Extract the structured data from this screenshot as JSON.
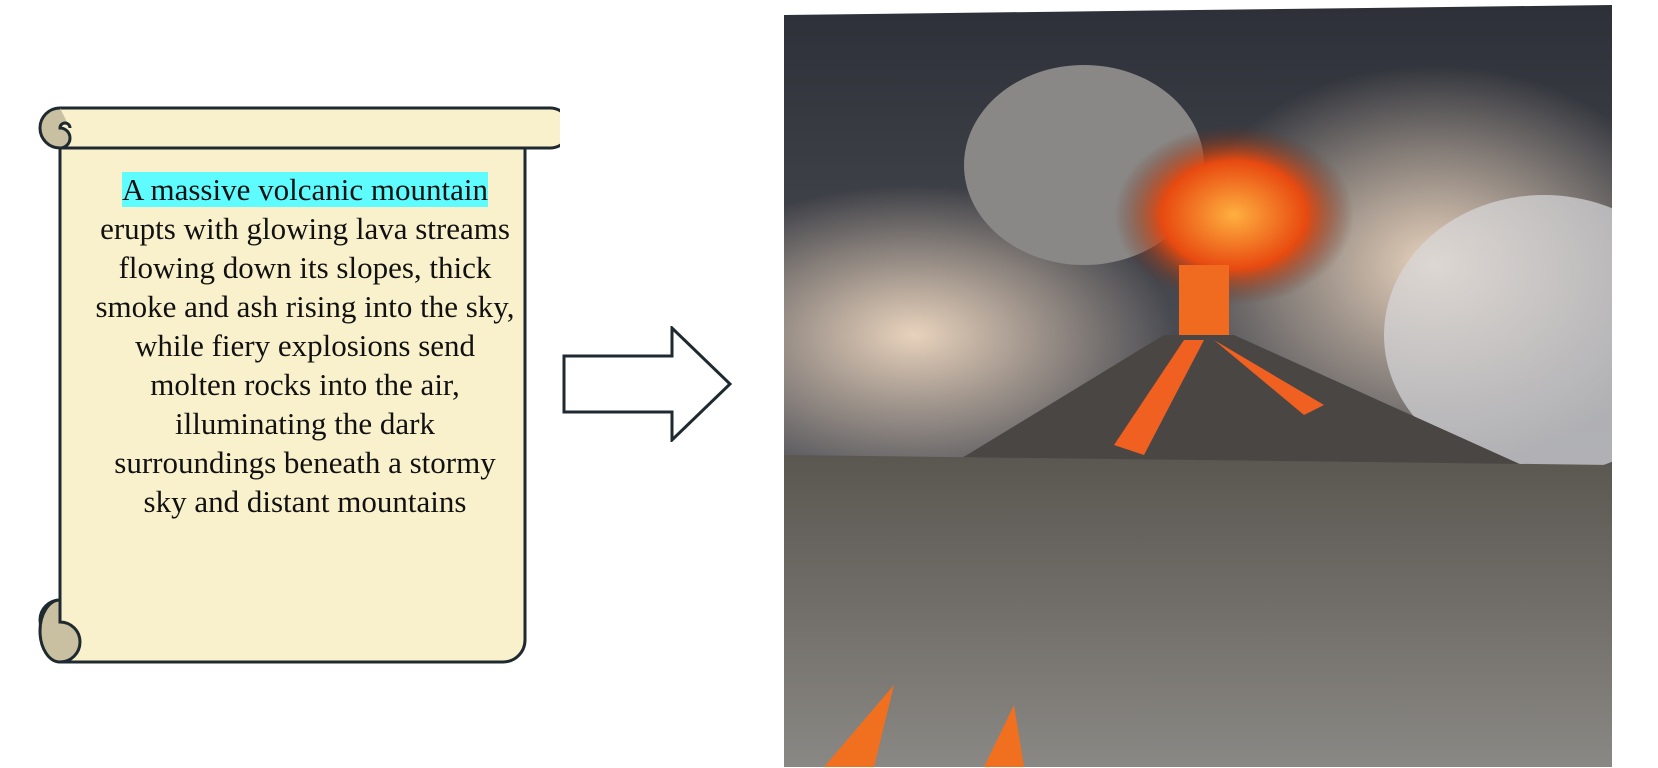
{
  "scroll": {
    "highlighted": "A massive volcanic mountain",
    "rest": " erupts with glowing lava streams flowing down its slopes, thick smoke and ash rising into the sky, while fiery explosions send molten rocks into the air, illuminating the dark surroundings beneath a stormy sky and distant mountains",
    "highlight_color": "#5ffcff",
    "paper_color": "#f9f0cc"
  },
  "arrow": {
    "icon": "right-arrow-icon"
  },
  "image": {
    "subject": "erupting-volcano-image"
  }
}
